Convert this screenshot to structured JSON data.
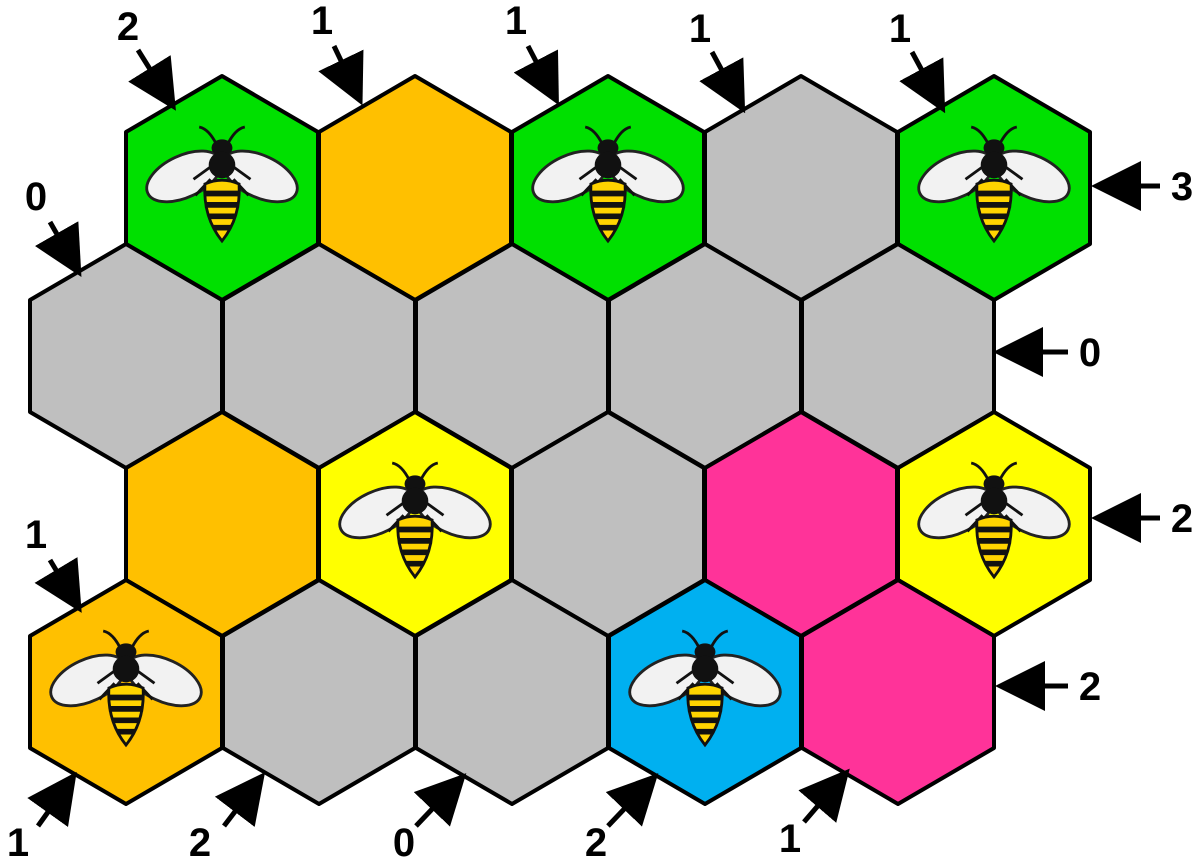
{
  "colors": {
    "gray": "#bfbfbf",
    "orange": "#ffc000",
    "green": "#00e000",
    "yellow": "#ffff00",
    "pink": "#ff3399",
    "blue": "#00b0f0"
  },
  "grid": {
    "rows": [
      [
        {
          "color": "green",
          "bee": true
        },
        {
          "color": "orange",
          "bee": false
        },
        {
          "color": "green",
          "bee": true
        },
        {
          "color": "gray",
          "bee": false
        },
        {
          "color": "green",
          "bee": true
        }
      ],
      [
        {
          "color": "gray",
          "bee": false
        },
        {
          "color": "gray",
          "bee": false
        },
        {
          "color": "gray",
          "bee": false
        },
        {
          "color": "gray",
          "bee": false
        },
        {
          "color": "gray",
          "bee": false
        }
      ],
      [
        {
          "color": "orange",
          "bee": false
        },
        {
          "color": "yellow",
          "bee": true
        },
        {
          "color": "gray",
          "bee": false
        },
        {
          "color": "pink",
          "bee": false
        },
        {
          "color": "yellow",
          "bee": true
        }
      ],
      [
        {
          "color": "orange",
          "bee": true
        },
        {
          "color": "gray",
          "bee": false
        },
        {
          "color": "gray",
          "bee": false
        },
        {
          "color": "blue",
          "bee": true
        },
        {
          "color": "pink",
          "bee": false
        }
      ]
    ]
  },
  "clues": {
    "top_right_diagonals": [
      "2",
      "1",
      "1",
      "1",
      "1"
    ],
    "left_side": [
      "0",
      "1"
    ],
    "right_rows": [
      "3",
      "0",
      "2",
      "2"
    ],
    "bottom_left_diagonals": [
      "1",
      "2",
      "0",
      "2",
      "1"
    ]
  }
}
